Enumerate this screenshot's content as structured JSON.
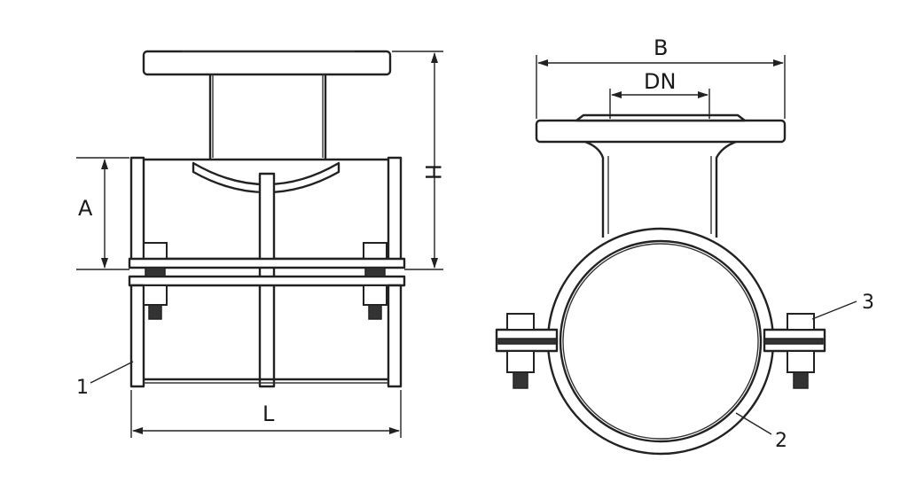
{
  "labels": {
    "B": "B",
    "DN": "DN",
    "H": "H",
    "A": "A",
    "L": "L",
    "part_1": "1",
    "part_2": "2",
    "part_3": "3"
  }
}
